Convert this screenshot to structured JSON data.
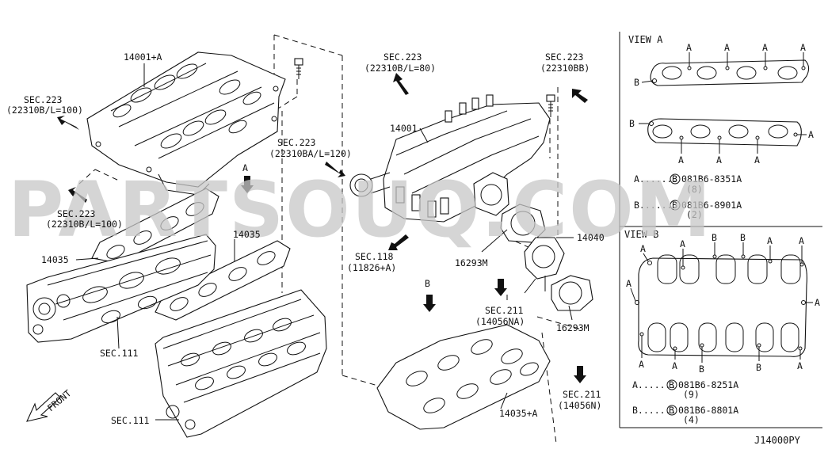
{
  "watermark": "PARTSOUQ.COM",
  "diagram_code": "J14000PY",
  "callouts": {
    "c14001a": "14001+A",
    "sec223_left_a": "SEC.223",
    "sec223_left_b": "(22310B/L=100)",
    "sec223_lower_a": "SEC.223",
    "sec223_lower_b": "(22310B/L=100)",
    "sec223_mid_a": "SEC.223",
    "sec223_mid_b": "(22310BA/L=120)",
    "sec223_top_a": "SEC.223",
    "sec223_top_b": "(22310B/L=80)",
    "sec223_right_a": "SEC.223",
    "sec223_right_b": "(22310BB)",
    "c14001": "14001",
    "c14035_top": "14035",
    "c14035_left": "14035",
    "sec111_a": "SEC.111",
    "sec111_b": "SEC.111",
    "sec118_a": "SEC.118",
    "sec118_b": "(11826+A)",
    "c16293m_a": "16293M",
    "c16293m_b": "16293M",
    "c14040": "14040",
    "sec211_a1": "SEC.211",
    "sec211_a2": "(14056NA)",
    "sec211_b1": "SEC.211",
    "sec211_b2": "(14056N)",
    "c14035a": "14035+A",
    "label_a": "A",
    "label_b": "B",
    "front": "FRONT"
  },
  "view_a": {
    "title": "VIEW A",
    "letter_a": "A",
    "letter_b": "B",
    "legend": [
      {
        "letter": "A",
        "dots": "A.......",
        "code": "081B6-8351A",
        "qty": "(8)"
      },
      {
        "letter": "B",
        "dots": "B.......",
        "code": "081B6-8901A",
        "qty": "(2)"
      }
    ]
  },
  "view_b": {
    "title": "VIEW B",
    "letter_a": "A",
    "letter_b": "B",
    "legend": [
      {
        "letter": "A",
        "dots": "A.......",
        "code": "081B6-8251A",
        "qty": "(9)"
      },
      {
        "letter": "B",
        "dots": "B.......",
        "code": "081B6-8801A",
        "qty": "(4)"
      }
    ]
  },
  "bolt_symbol": "B"
}
